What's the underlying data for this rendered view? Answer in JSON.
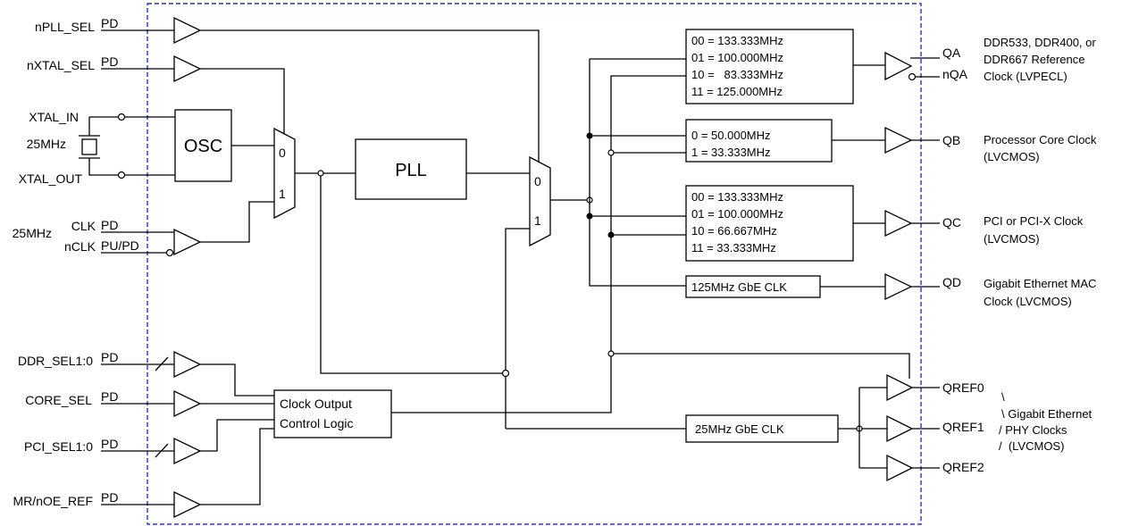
{
  "inputs": {
    "npll_sel": {
      "name": "nPLL_SEL",
      "pull": "PD"
    },
    "nxtal_sel": {
      "name": "nXTAL_SEL",
      "pull": "PD"
    },
    "xtal_in": "XTAL_IN",
    "xtal_freq": "25MHz",
    "xtal_out": "XTAL_OUT",
    "clk_freq": "25MHz",
    "clk": {
      "name": "CLK",
      "pull": "PD"
    },
    "nclk": {
      "name": "nCLK",
      "pull": "PU/PD"
    },
    "ddr_sel": {
      "name": "DDR_SEL1:0",
      "pull": "PD"
    },
    "core_sel": {
      "name": "CORE_SEL",
      "pull": "PD"
    },
    "pci_sel": {
      "name": "PCI_SEL1:0",
      "pull": "PD"
    },
    "mr_noe": {
      "name": "MR/nOE_REF",
      "pull": "PD"
    }
  },
  "blocks": {
    "osc": "OSC",
    "pll": "PLL",
    "mux_in_0": "0",
    "mux_in_1": "1",
    "control_logic": [
      "Clock Output",
      "Control Logic"
    ],
    "qa_table": [
      "00 = 133.333MHz",
      "01 = 100.000MHz",
      "10 =   83.333MHz",
      "11 = 125.000MHz"
    ],
    "qb_table": [
      "0 = 50.000MHz",
      "1 = 33.333MHz"
    ],
    "qc_table": [
      "00 = 133.333MHz",
      "01 = 100.000MHz",
      "10 = 66.667MHz",
      "11 = 33.333MHz"
    ],
    "qd_box": "125MHz GbE CLK",
    "ref_box": "25MHz GbE CLK"
  },
  "outputs": {
    "qa": "QA",
    "nqa": "nQA",
    "qa_desc": [
      "DDR533, DDR400, or",
      "DDR667 Reference",
      "Clock (LVPECL)"
    ],
    "qb": "QB",
    "qb_desc": [
      "Processor Core Clock",
      "(LVCMOS)"
    ],
    "qc": "QC",
    "qc_desc": [
      "PCI or PCI-X Clock",
      "(LVCMOS)"
    ],
    "qd": "QD",
    "qd_desc": [
      "Gigabit Ethernet MAC",
      "Clock (LVCMOS)"
    ],
    "qref0": "QREF0",
    "qref1": "QREF1",
    "qref2": "QREF2",
    "qref_desc": [
      "\\",
      "\\ Gigabit Ethernet",
      "/ PHY Clocks",
      "/  (LVCMOS)"
    ]
  },
  "colors": {
    "border": "#2233cc",
    "line": "#000000"
  }
}
